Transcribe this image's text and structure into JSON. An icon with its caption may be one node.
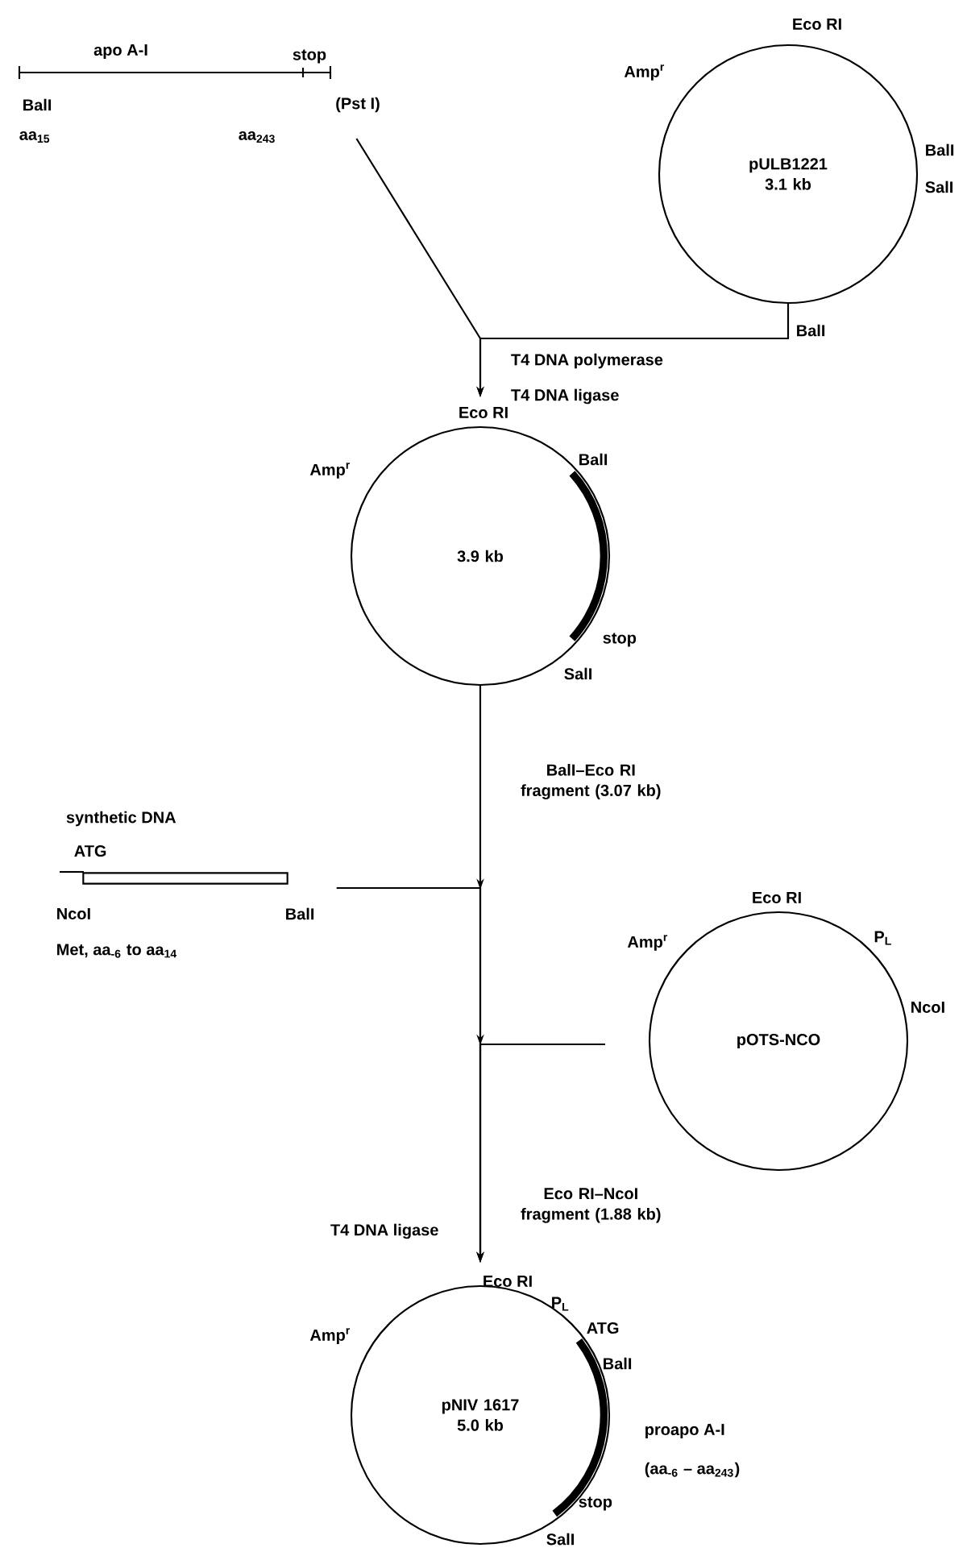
{
  "diagram": {
    "nodes": [
      {
        "text": [
          "apo A-I",
          "stop"
        ],
        "beside": [
          "(Pst I)",
          "BalI",
          "aa$_{15}$",
          "aa$_{243}$"
        ]
      },
      {
        "text": [
          "pULB1221 3.1 kb"
        ],
        "beside": [
          "Eco RI",
          "Amp$^{r}$",
          "BalI",
          "SalI",
          "BalI"
        ]
      },
      {
        "text": [
          "3.9 kb"
        ],
        "beside": [
          "Eco RI",
          "Amp$^{r}$",
          "BalI",
          "stop",
          "SalI"
        ]
      },
      {
        "text": [
          "synthetic DNA"
        ],
        "beside": [
          "ATG",
          "NcoI",
          "BalI",
          "Met, aa$_{-6}$ to aa$_{14}$"
        ]
      },
      {
        "text": [
          "pOTS-NCO"
        ],
        "beside": [
          "Eco RI",
          "P$_{L}$",
          "Amp$^{r}$",
          "NcoI"
        ]
      },
      {
        "text": [
          "pNIV 1617 5.0 kb"
        ],
        "beside": [
          "Eco RI",
          "P$_{L}$",
          "Amp$^{r}$",
          "ATG",
          "BalI",
          "proapo A-I",
          "(aa$_{-6}$ – aa$_{243}$)",
          "stop",
          "SalI"
        ]
      }
    ],
    "edges": [
      {
        "from": 0,
        "to": 2,
        "arrow": "to"
      },
      {
        "from": 1,
        "to": 2,
        "arrow": "to"
      },
      {
        "from": 2,
        "to": 5,
        "arrow": "to",
        "label": "BalI–Eco RI fragment (3.07 kb)"
      },
      {
        "from": 3,
        "to": 5,
        "arrow": "to"
      },
      {
        "from": 4,
        "to": 5,
        "arrow": "to",
        "label": "Eco RI–NcoI fragment (1.88 kb)"
      }
    ],
    "labels": [
      "T4 DNA polymerase",
      "T4 DNA ligase",
      "T4 DNA ligase"
    ]
  }
}
